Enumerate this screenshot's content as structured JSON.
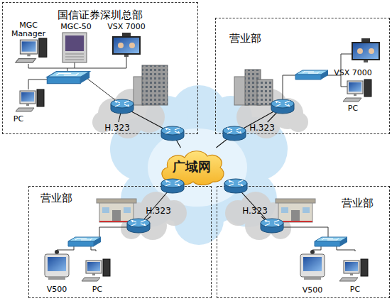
{
  "diagram": {
    "nodes": [
      {
        "text": [
          "国信证券深圳总部"
        ]
      },
      {
        "text": [
          "H.323"
        ],
        "in": 0
      },
      {
        "text": [
          "营业部"
        ]
      },
      {
        "text": [
          "H.323"
        ],
        "in": 2
      },
      {
        "text": [
          "广域网"
        ]
      },
      {
        "text": [
          "营业部"
        ]
      },
      {
        "text": [
          "H.323"
        ],
        "in": 5
      },
      {
        "text": [
          "营业部"
        ]
      },
      {
        "text": [
          "H.323"
        ],
        "in": 7
      }
    ],
    "edges": [
      {
        "from": 1,
        "to": 4,
        "arrow": "none"
      },
      {
        "from": 3,
        "to": 4,
        "arrow": "none"
      },
      {
        "from": 6,
        "to": 4,
        "arrow": "none"
      },
      {
        "from": 8,
        "to": 4,
        "arrow": "none"
      }
    ],
    "labels": [
      "MGC Manager",
      "MGC-50",
      "VSX 7000",
      "PC",
      "VSX 7000",
      "PC",
      "V500",
      "PC",
      "V500",
      "PC"
    ]
  }
}
